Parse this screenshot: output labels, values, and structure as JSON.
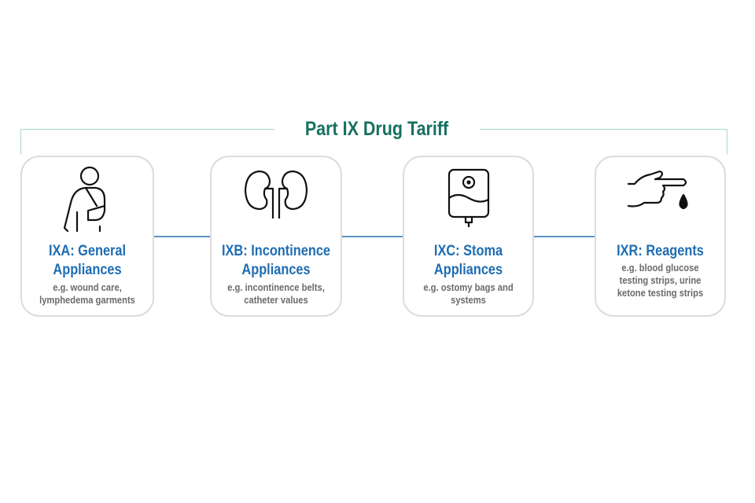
{
  "title": "Part IX Drug Tariff",
  "colors": {
    "title": "#17705f",
    "card_title": "#1e6db3",
    "description": "#6b6b6b",
    "bracket": "#a9d6c9",
    "connector": "#5a93c6"
  },
  "cards": [
    {
      "icon": "arm-sling-icon",
      "title_line1": "IXA: General",
      "title_line2": "Appliances",
      "desc_line1": "e.g. wound care,",
      "desc_line2": "lymphedema garments"
    },
    {
      "icon": "kidneys-icon",
      "title_line1": "IXB: Incontinence",
      "title_line2": "Appliances",
      "desc_line1": "e.g. incontinence belts,",
      "desc_line2": "catheter values"
    },
    {
      "icon": "ostomy-bag-icon",
      "title_line1": "IXC: Stoma",
      "title_line2": "Appliances",
      "desc_line1": "e.g. ostomy bags and",
      "desc_line2": "systems"
    },
    {
      "icon": "finger-blood-drop-icon",
      "title_line1": "IXR: Reagents",
      "desc_line1": "e.g. blood glucose",
      "desc_line2": "testing strips, urine",
      "desc_line3": "ketone testing strips"
    }
  ]
}
